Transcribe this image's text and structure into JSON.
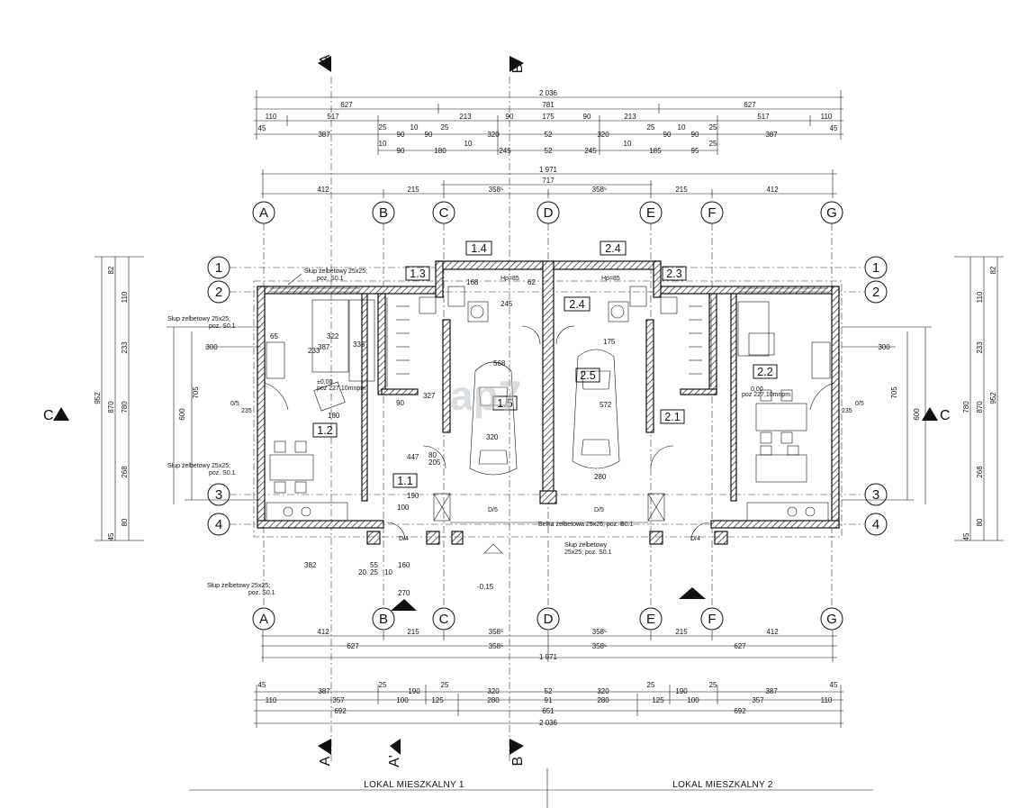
{
  "dims_top": {
    "row0": [
      "2 036"
    ],
    "row1": [
      "627",
      "781",
      "627"
    ],
    "row2": [
      "110",
      "517",
      "25",
      "10",
      "25",
      "213",
      "90",
      "175",
      "90",
      "213",
      "25",
      "10",
      "25",
      "517",
      "110"
    ],
    "row3": [
      "45",
      "387",
      "90",
      "90",
      "320",
      "52",
      "320",
      "90",
      "90",
      "387",
      "45"
    ],
    "row4": [
      "10",
      "90",
      "180",
      "10",
      "245",
      "52",
      "245",
      "10",
      "185",
      "95",
      "25"
    ],
    "row5": [
      "1 971"
    ],
    "row6": [
      "717"
    ],
    "row7": [
      "412",
      "215",
      "358⁵",
      "358⁵",
      "215",
      "412"
    ]
  },
  "dims_bottom": {
    "row0": [
      "412",
      "215",
      "358⁵",
      "358⁵",
      "215",
      "412"
    ],
    "row1": [
      "627",
      "358⁵",
      "358⁵",
      "627"
    ],
    "row2": [
      "1 971"
    ],
    "row3": [
      "45",
      "387",
      "25",
      "190",
      "25",
      "320",
      "52",
      "320",
      "25",
      "190",
      "25",
      "387",
      "45"
    ],
    "row4": [
      "110",
      "357",
      "100",
      "125",
      "280",
      "91",
      "280",
      "125",
      "100",
      "357",
      "110"
    ],
    "row5": [
      "692",
      "651",
      "692"
    ],
    "row6": [
      "2 036"
    ]
  },
  "dims_left": {
    "outer": [
      "952",
      "870",
      "780",
      "82",
      "110",
      "233",
      "268",
      "80",
      "45"
    ],
    "inner": [
      "705",
      "600",
      "300"
    ]
  },
  "dims_right": {
    "outer": [
      "952",
      "870",
      "780",
      "82",
      "110",
      "233",
      "268",
      "80",
      "45"
    ],
    "inner": [
      "705",
      "600",
      "300"
    ]
  },
  "grid_columns": [
    "A",
    "B",
    "C",
    "D",
    "E",
    "F",
    "G"
  ],
  "grid_rows": [
    "1",
    "2",
    "3",
    "4"
  ],
  "sections": {
    "a": "A",
    "b": "B",
    "c": "C",
    "a_prime": "A'"
  },
  "rooms": {
    "r1_1": "1.1",
    "r1_2": "1.2",
    "r1_3": "1.3",
    "r1_4": "1.4",
    "r1_5": "1.5",
    "r2_1": "2.1",
    "r2_2": "2.2",
    "r2_3": "2.3",
    "r2_4": "2.4",
    "r2_4b": "2.4",
    "r2_5": "2.5"
  },
  "notes": {
    "col1": "Słup żelbetowy 25x25;",
    "col1b": "poz. S0.1",
    "col2": "Słup żelbetowy 25x25;",
    "col2b": "poz. S0.1",
    "col3": "Słup żelbetowy 25x25;",
    "col3b": "poz. S0.1",
    "col4": "Słup żelbetowy 25x25;",
    "col4b": "poz. S0.1",
    "col5": "Słup żelbetowy",
    "col5b": "25x25; poz. S0.1",
    "beam": "Belka żelbetowa 25x25; poz. B0.1",
    "level0": "±0,00",
    "level0b": "0,00",
    "levelm": "-0,15",
    "floor1": "poz 227,10mnpm",
    "floor2": "poz 227,10mnpm",
    "hp85a": "Hp=85",
    "hp85b": "Hp=85",
    "w1": "0/5",
    "w1b": "235",
    "w2": "0/5",
    "w2b": "235",
    "d4a": "D/4",
    "d4b": "D/4",
    "d5a": "D/5",
    "d5b": "D/5",
    "misc": [
      "568",
      "322",
      "387",
      "335",
      "233",
      "65",
      "180",
      "90",
      "327",
      "447",
      "190",
      "100",
      "320",
      "572",
      "280",
      "205",
      "80",
      "168",
      "62",
      "245",
      "175",
      "382",
      "160",
      "55",
      "270",
      "20",
      "25",
      "10"
    ]
  },
  "bottom_labels": {
    "left": "LOKAL MIESZKALNY 1",
    "right": "LOKAL MIESZKALNY 2"
  },
  "watermark": "ap7"
}
